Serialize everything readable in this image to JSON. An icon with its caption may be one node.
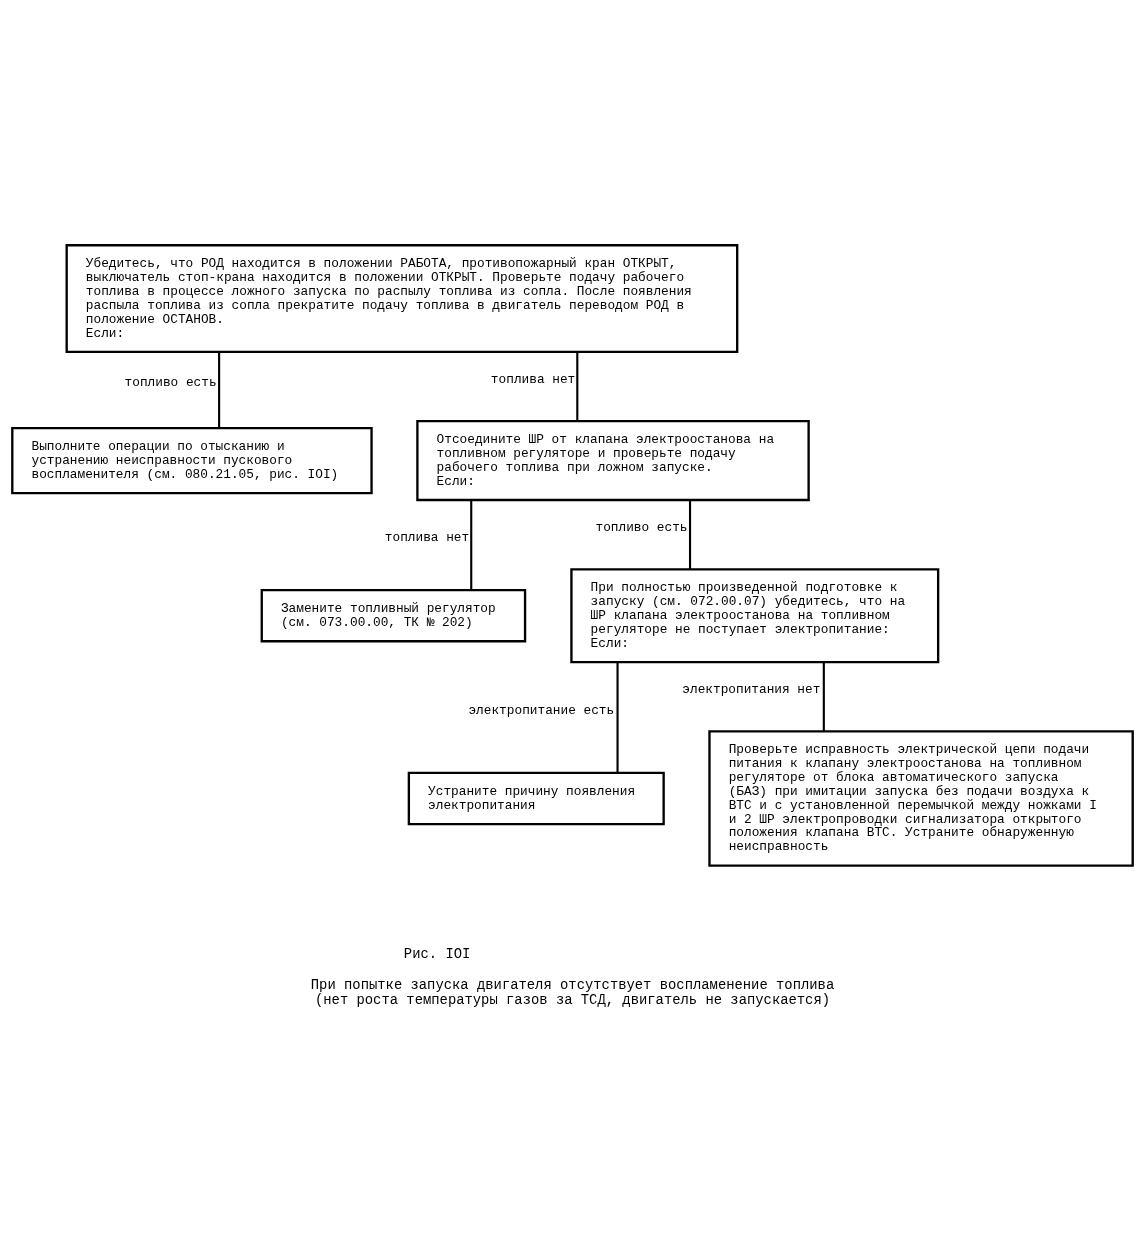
{
  "diagram": {
    "caption": "При попытке запуска двигателя отсутствует воспламенение топлива (нет роста температуры газов за ТСД, двигатель не запускается)",
    "nodes": [
      {
        "text": [
          "Убедитесь, что РОД находится в положении РАБОТА, противопожарный кран ОТКРЫТ, выключатель стоп-крана находится в положении ОТКРЫТ. Проверьте подачу рабочего топлива в процессе ложного запуска по распылу топлива из сопла. После появления распыла топлива из сопла прекратите подачу топлива в двигатель переводом РОД в положение ОСТАНОВ.",
          "Если:"
        ]
      },
      {
        "text": [
          "Выполните операции по отысканию и устранению неисправности пускового воспламенителя (см. 080.21.05, рис. IOI)"
        ]
      },
      {
        "text": [
          "Отсоедините ШР от клапана электроостанова на топливном регуляторе и проверьте подачу рабочего топлива при ложном запуске.",
          "Если:"
        ]
      },
      {
        "text": [
          "Замените топливный регулятор (см. 073.00.00, ТК № 202)"
        ]
      },
      {
        "text": [
          "При полностью произведенной подготовке к запуску (см. 072.00.07) убедитесь, что на ШР клапана электроостанова на топливном регуляторе не поступает электропитание: Если:"
        ]
      },
      {
        "text": [
          "Устраните причину появления электропитания"
        ]
      },
      {
        "text": [
          "Проверьте исправность электрической цепи подачи питания к клапану электроостанова на топливном регуляторе от блока автоматического запуска (БАЗ) при имитации запуска без подачи воздуха к ВТС и с установленной перемычкой между ножками I и 2 ШР электропроводки сигнализатора открытого положения клапана ВТС. Устраните обнаруженную неисправность"
        ]
      }
    ],
    "edges": [
      {
        "from": 0,
        "to": 1,
        "arrow": "none",
        "label": "топливо есть"
      },
      {
        "from": 0,
        "to": 2,
        "arrow": "none",
        "label": "топлива нет"
      },
      {
        "from": 2,
        "to": 3,
        "arrow": "none",
        "label": "топлива нет"
      },
      {
        "from": 2,
        "to": 4,
        "arrow": "none",
        "label": "топливо есть"
      },
      {
        "from": 4,
        "to": 5,
        "arrow": "none",
        "label": "электропитание есть"
      },
      {
        "from": 4,
        "to": 6,
        "arrow": "none",
        "label": "электропитания нет"
      }
    ],
    "labels": [
      "Рис. IOI"
    ]
  }
}
